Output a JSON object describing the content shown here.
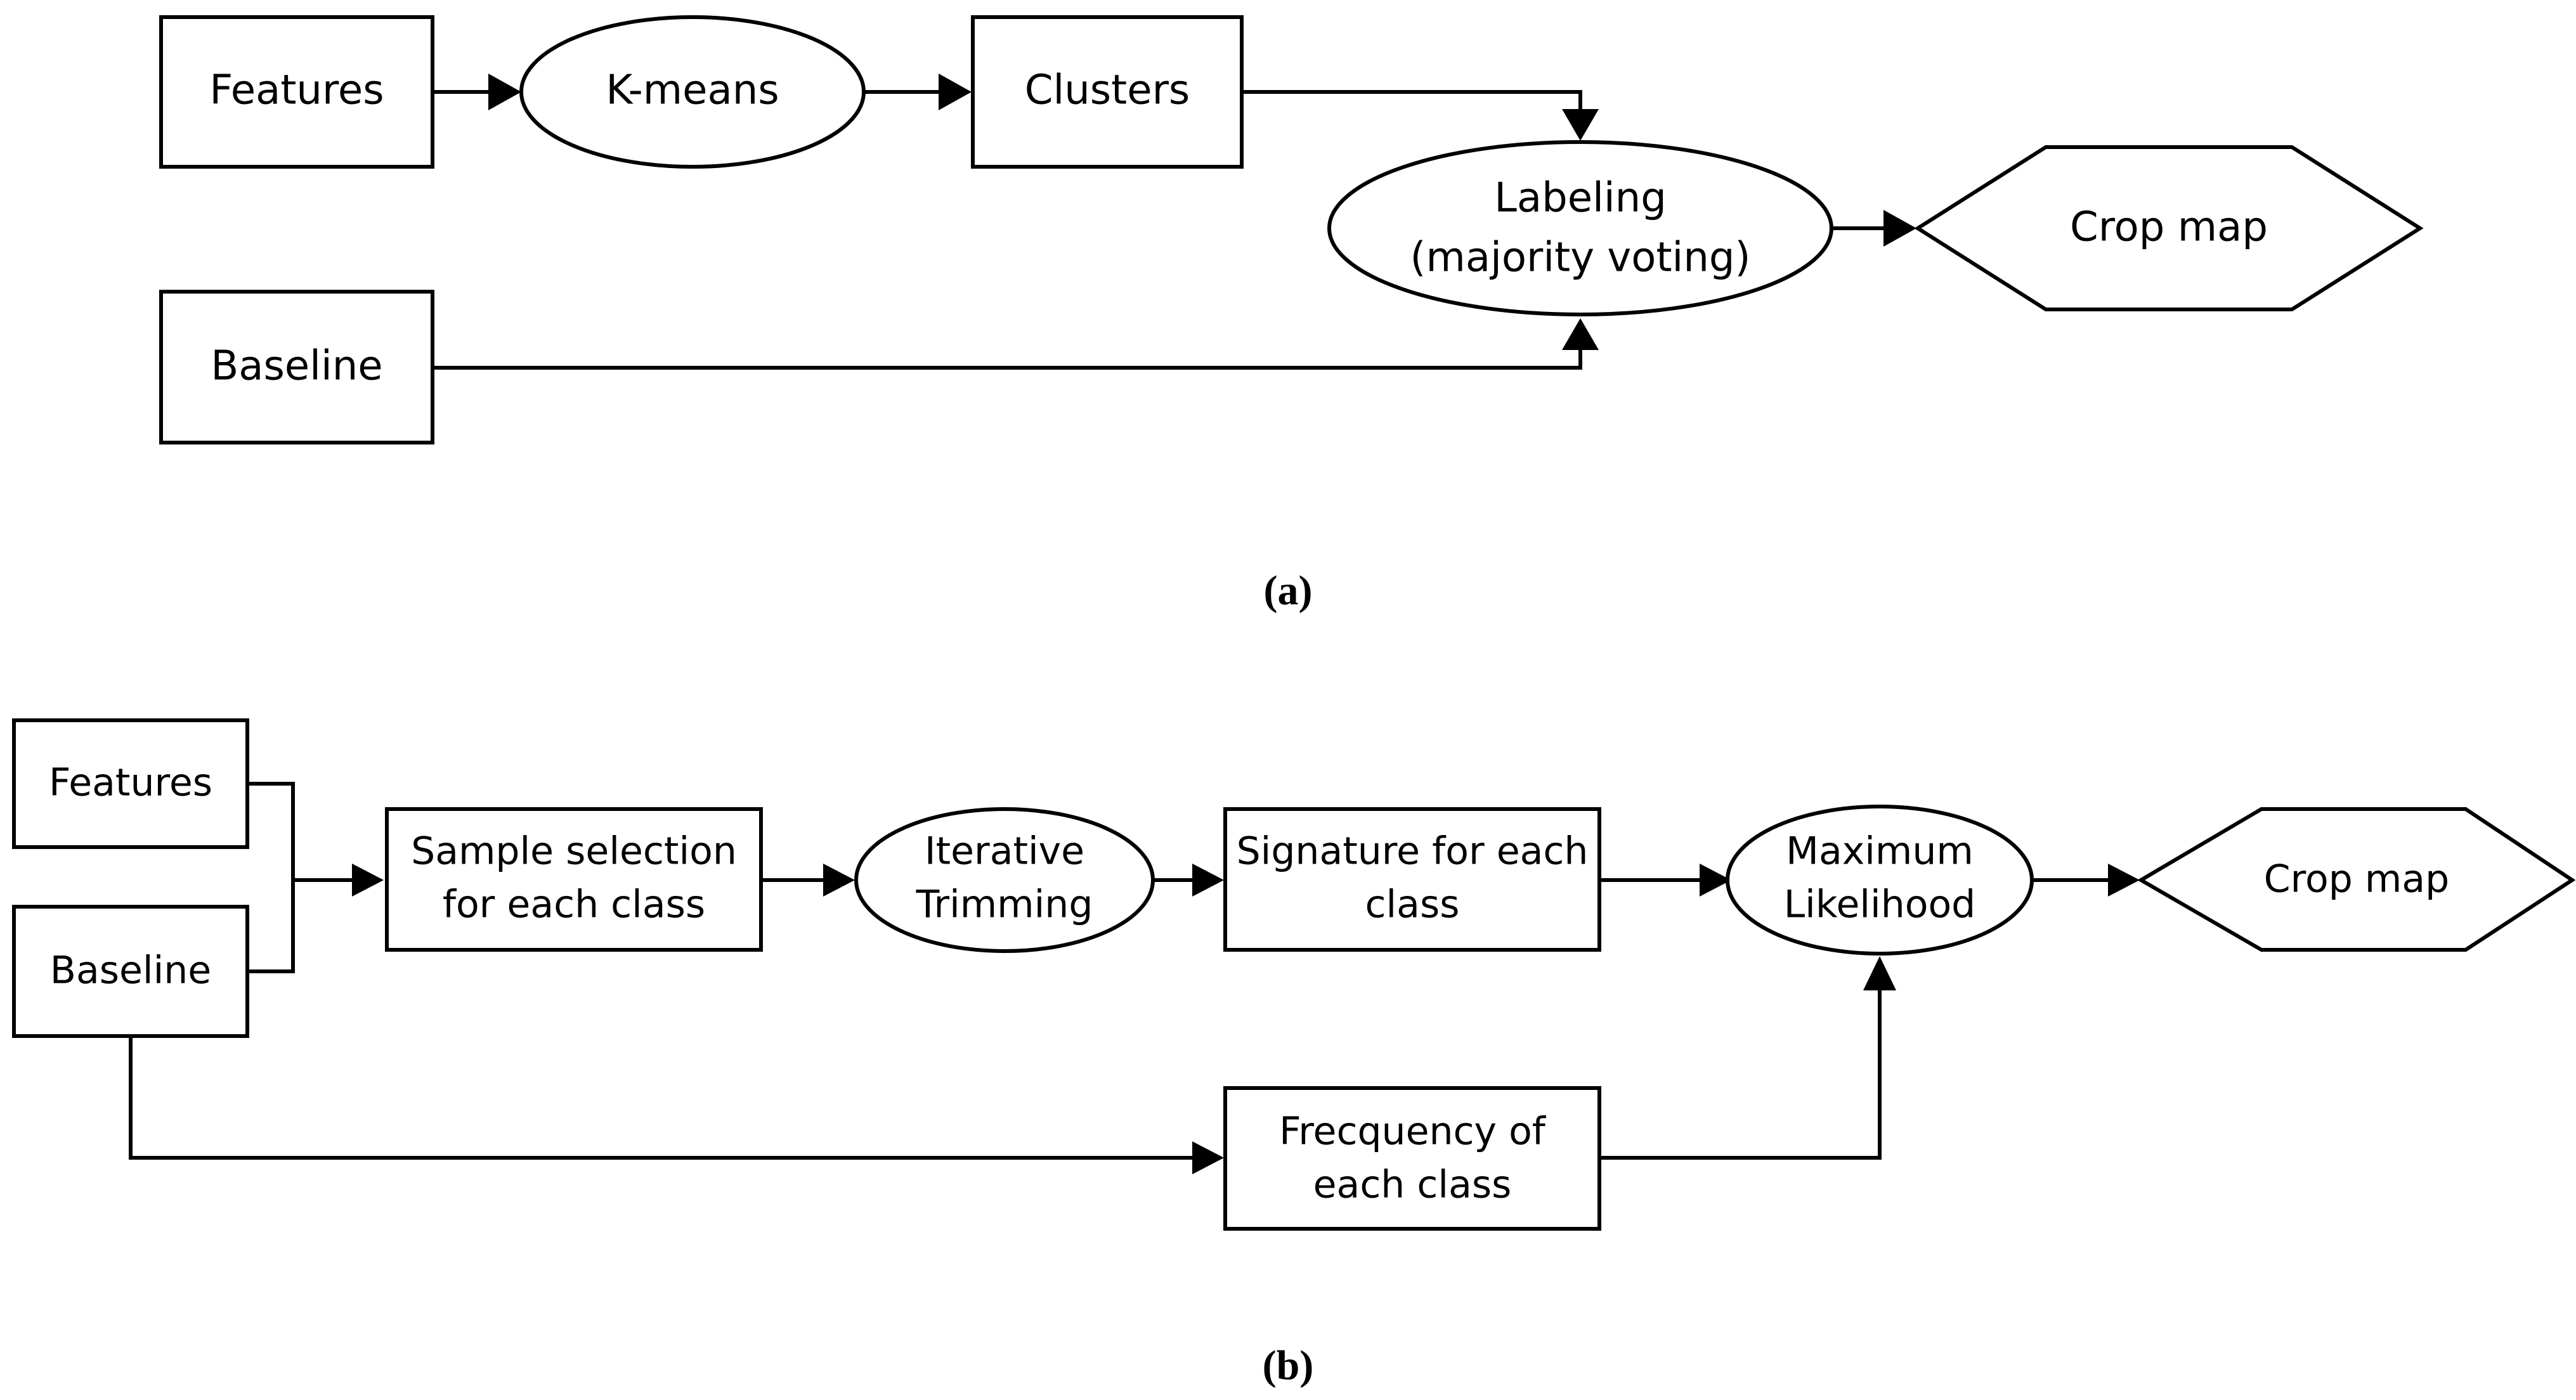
{
  "panel_a": {
    "caption": "(a)",
    "features": "Features",
    "kmeans": "K-means",
    "clusters": "Clusters",
    "labeling_line1": "Labeling",
    "labeling_line2": "(majority voting)",
    "crop_map": "Crop map",
    "baseline": "Baseline"
  },
  "panel_b": {
    "caption": "(b)",
    "features": "Features",
    "baseline": "Baseline",
    "sample_selection_line1": "Sample selection",
    "sample_selection_line2": "for each class",
    "iterative_line1": "Iterative",
    "iterative_line2": "Trimming",
    "signature_line1": "Signature for each",
    "signature_line2": "class",
    "ml_line1": "Maximum",
    "ml_line2": "Likelihood",
    "crop_map": "Crop map",
    "frequency_line1": "Frecquency of",
    "frequency_line2": "each class"
  }
}
